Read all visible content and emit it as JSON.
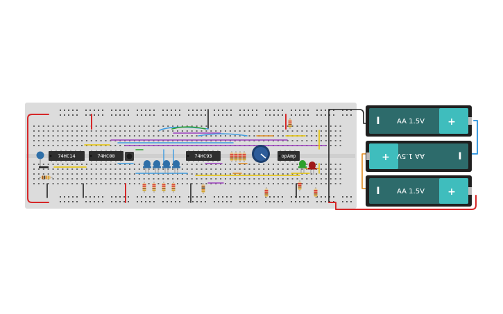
{
  "chips": [
    {
      "id": "chip-74hc14",
      "label": "74HC14"
    },
    {
      "id": "chip-74hc00",
      "label": "74HC00"
    },
    {
      "id": "chip-74hc93",
      "label": "74HC93"
    },
    {
      "id": "chip-opamp",
      "label": "opAmp"
    }
  ],
  "batteries": [
    {
      "label": "AA 1.5V",
      "minus": "I",
      "plus": "+",
      "orientation": "normal"
    },
    {
      "label": "AA 1.5V",
      "minus": "I",
      "plus": "+",
      "orientation": "flipped"
    },
    {
      "label": "AA 1.5V",
      "minus": "I",
      "plus": "+",
      "orientation": "normal"
    }
  ],
  "colors": {
    "breadboard": "#dcdcdc",
    "chip": "#2f2f2f",
    "battery_body": "#2d6b6b",
    "battery_plus": "#3fbdbd",
    "wire_red": "#d62728",
    "wire_black": "#222222",
    "wire_yellow": "#e8c400",
    "wire_blue": "#3d9be0",
    "wire_purple": "#9b3fbf",
    "wire_green": "#2ca02c",
    "wire_orange": "#e08a1e",
    "led_blue": "#2f6fa8",
    "led_green": "#2ca02c",
    "led_red": "#a01818"
  }
}
